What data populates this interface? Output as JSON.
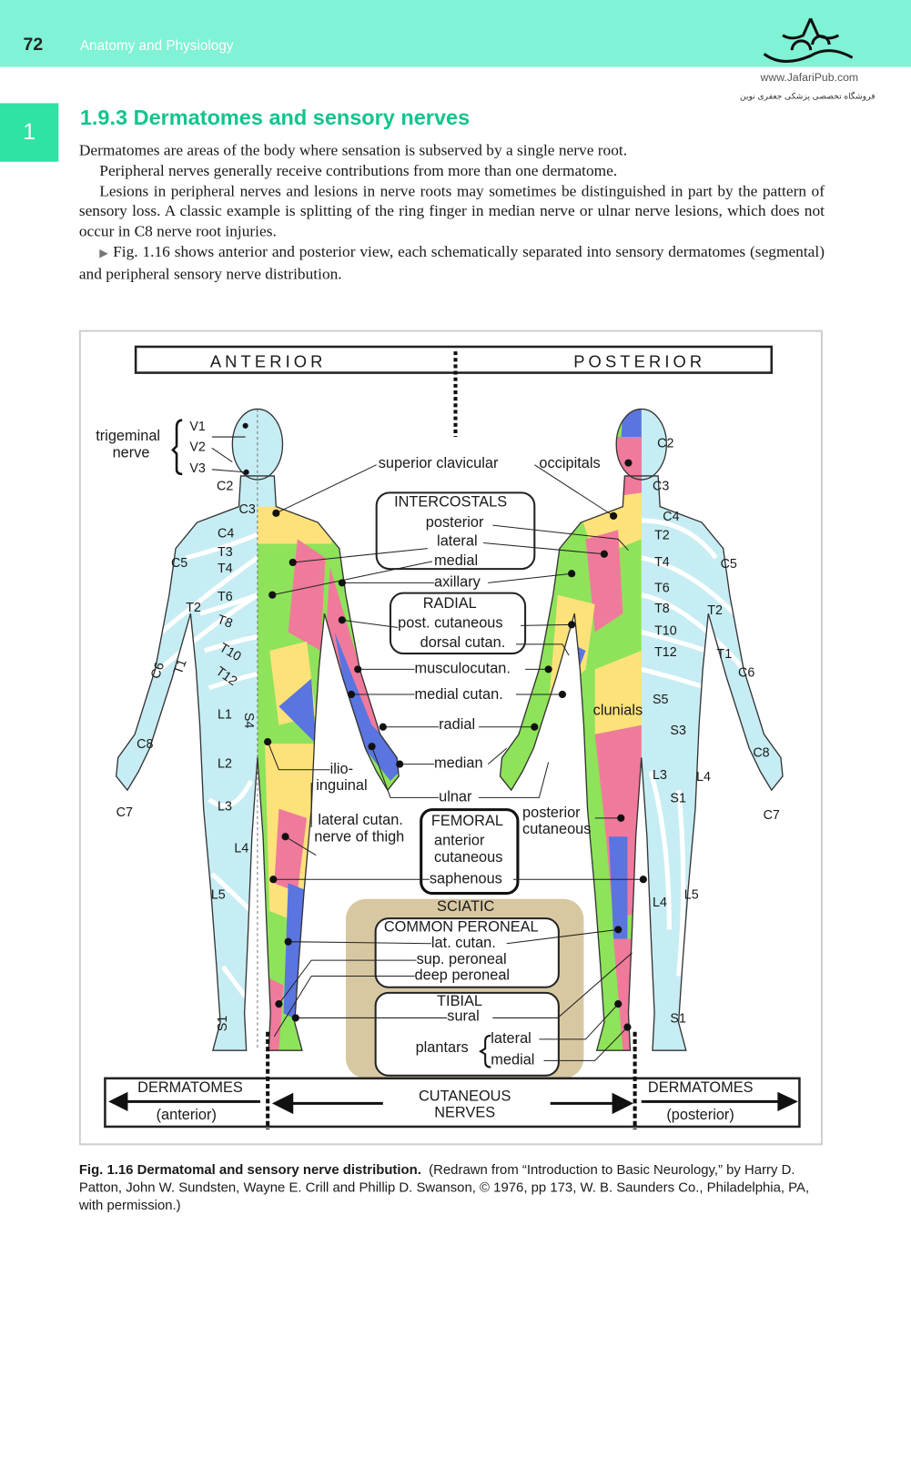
{
  "header": {
    "page_number": "72",
    "running_title": "Anatomy and Physiology",
    "logo_url": "www.JafariPub.com",
    "logo_subtitle": "فروشگاه تخصصی پزشکی جعفری نوین"
  },
  "chapter_tab": "1",
  "section": {
    "heading": "1.9.3  Dermatomes and sensory nerves",
    "paragraphs": [
      "Dermatomes are areas of the body where sensation is subserved by a single nerve root.",
      "Peripheral nerves generally receive contributions from more than one dermatome.",
      "Lesions in peripheral nerves and lesions in nerve roots may sometimes be distinguished in part by the pattern of sensory loss. A classic example is splitting of the ring finger in median nerve or ulnar nerve lesions, which does not occur in C8 nerve root injuries.",
      "Fig. 1.16 shows anterior and posterior view, each schematically separated into sensory dermatomes (segmental) and peripheral sensory nerve distribution."
    ],
    "pointer": "▶"
  },
  "figure": {
    "anterior": "ANTERIOR",
    "posterior": "POSTERIOR",
    "trigeminal": "trigeminal",
    "nerve": "nerve",
    "ant": {
      "V1": "V1",
      "V2": "V2",
      "V3": "V3",
      "C2": "C2",
      "C3": "C3",
      "C4": "C4",
      "T3": "T3",
      "T4": "T4",
      "T6": "T6",
      "T8": "T8",
      "T10": "T10",
      "T12": "T12",
      "C5": "C5",
      "T2": "T2",
      "C6": "C6",
      "T1": "T1",
      "L1": "L1",
      "S4": "S4",
      "C8": "C8",
      "C7": "C7",
      "L2": "L2",
      "L3": "L3",
      "L4": "L4",
      "L5": "L5",
      "S1": "S1"
    },
    "post": {
      "C2": "C2",
      "C3": "C3",
      "C4": "C4",
      "T2": "T2",
      "T4": "T4",
      "C5": "C5",
      "T6": "T6",
      "T8": "T8",
      "T10": "T10",
      "T12": "T12",
      "T2b": "T2",
      "T1": "T1",
      "C6": "C6",
      "S5": "S5",
      "S3": "S3",
      "C8": "C8",
      "L3": "L3",
      "L4": "L4",
      "S1": "S1",
      "C7": "C7",
      "L4b": "L4",
      "L5": "L5",
      "S1b": "S1"
    },
    "nerves": {
      "superior_clavicular": "superior clavicular",
      "occipitals": "occipitals",
      "intercostals": "INTERCOSTALS",
      "posterior": "posterior",
      "lateral": "lateral",
      "medial": "medial",
      "axillary": "axillary",
      "radial_group": "RADIAL",
      "post_cutaneous": "post. cutaneous",
      "dorsal_cutan": "dorsal cutan.",
      "musculocutan": "musculocutan.",
      "medial_cutan": "medial cutan.",
      "radial": "radial",
      "clunials": "clunials",
      "median": "median",
      "ilio": "ilio-",
      "inguinal": "inguinal",
      "ulnar": "ulnar",
      "posterior_cut1": "posterior",
      "posterior_cut2": "cutaneous",
      "lat_cutan_thigh1": "lateral cutan.",
      "lat_cutan_thigh2": "nerve of thigh",
      "femoral": "FEMORAL",
      "anterior": "anterior",
      "cutaneous": "cutaneous",
      "saphenous": "saphenous",
      "sciatic": "SCIATIC",
      "common_peroneal": "COMMON PERONEAL",
      "lat_cutan": "lat. cutan.",
      "sup_peroneal": "sup. peroneal",
      "deep_peroneal": "deep peroneal",
      "tibial": "TIBIAL",
      "sural": "sural",
      "plantars": "plantars",
      "plantar_lateral": "lateral",
      "plantar_medial": "medial"
    },
    "bottom": {
      "dermatomes_left": "DERMATOMES",
      "anterior_paren": "(anterior)",
      "cutaneous": "CUTANEOUS",
      "nerves": "NERVES",
      "dermatomes_right": "DERMATOMES",
      "posterior_paren": "(posterior)"
    },
    "colors": {
      "dermatome_blue": "#c6edf3",
      "yellow": "#fde27a",
      "green": "#8ee35a",
      "pink": "#f07a9b",
      "blue": "#5a74e0",
      "tan": "#d8c8a2"
    }
  },
  "caption": {
    "label": "Fig. 1.16  Dermatomal and sensory nerve distribution.",
    "text": "(Redrawn from “Introduction to Basic Neurology,” by Harry D. Patton, John W. Sundsten, Wayne E. Crill and Phillip D. Swanson, © 1976, pp 173, W. B. Saunders Co., Philadelphia, PA, with permission.)"
  }
}
